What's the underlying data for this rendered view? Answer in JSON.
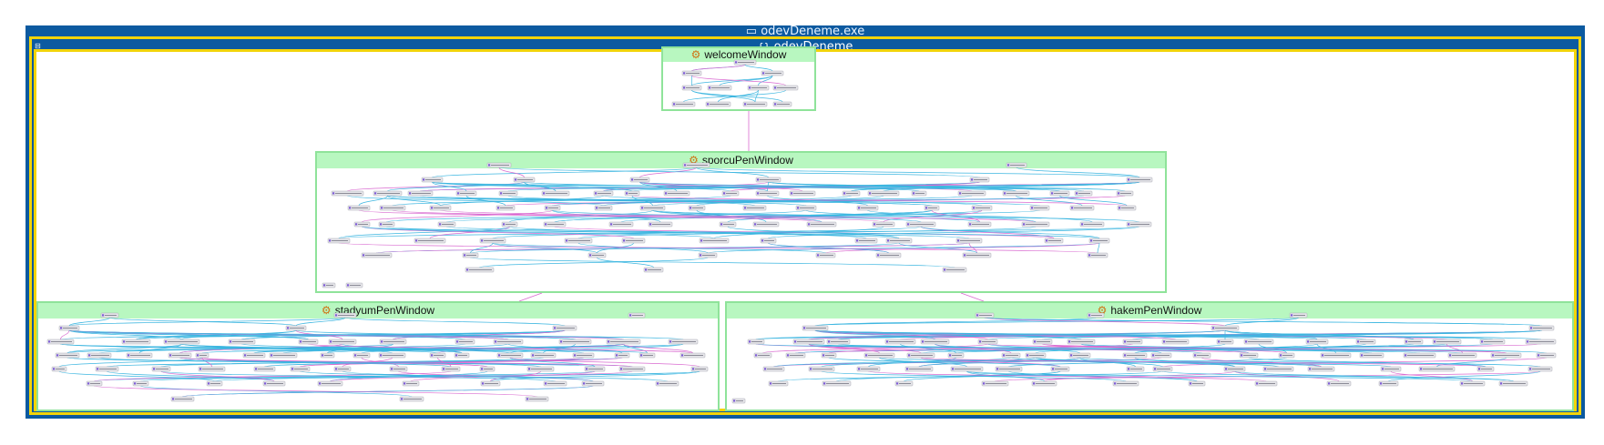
{
  "window": {
    "outer_title": "odevDeneme.exe",
    "inner_title": "odevDeneme"
  },
  "colors": {
    "frame_blue": "#0c5aa0",
    "frame_yellow": "#f2d40a",
    "cluster_header": "#b8f7c0",
    "cluster_border": "#8fe39a",
    "edge_cyan": "#3cb6e0",
    "edge_magenta": "#d96ad0",
    "node_fill": "#e6e6ea",
    "node_border": "#9a9aa6"
  },
  "icons": {
    "executable": "exe-icon",
    "namespace": "namespace-icon",
    "class": "class-icon"
  },
  "clusters": [
    {
      "id": "welcome",
      "name": "welcomeWindow"
    },
    {
      "id": "sporcu",
      "name": "sporcuPenWindow"
    },
    {
      "id": "stadyum",
      "name": "stadyumPenWindow"
    },
    {
      "id": "hakem",
      "name": "hakemPenWindow"
    }
  ]
}
